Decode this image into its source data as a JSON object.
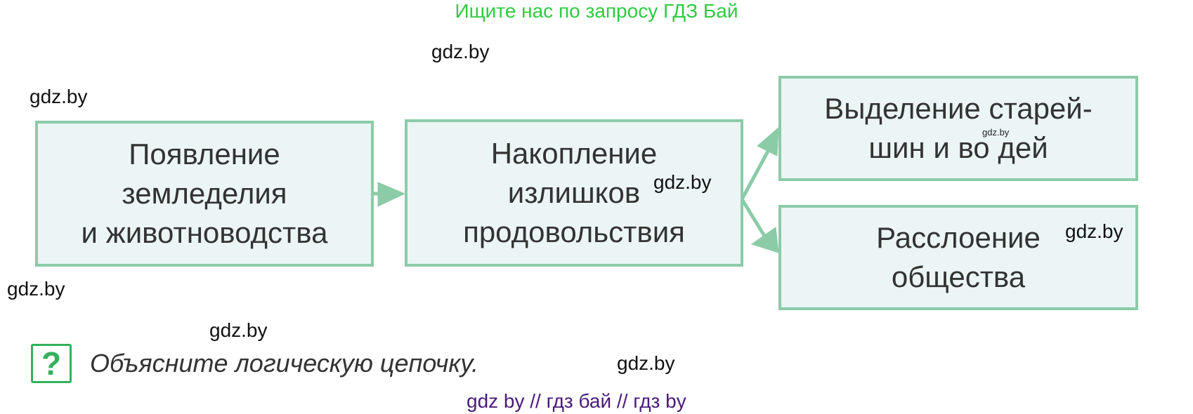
{
  "banner": {
    "text": "Ищите нас по запросу ГДЗ Бай",
    "color": "#2ecc40"
  },
  "watermarks": {
    "top_center": "gdz.by",
    "left_top": "gdz.by",
    "left_bottom": "gdz.by",
    "below_box1": "gdz.by",
    "box2_inline": "gdz.by",
    "box3_inline": "gdz.by",
    "box4_inline": "gdz.by",
    "bottom_right": "gdz.by"
  },
  "diagram": {
    "box_border_color": "#8ccba8",
    "box_fill_color": "#ebf5f5",
    "nodes": [
      {
        "id": "agriculture",
        "label": "Появление\nземледелия\nи животноводства"
      },
      {
        "id": "surplus",
        "label": "Накопление\nизлишков\nпродовольствия"
      },
      {
        "id": "elders",
        "label": "Выделение старей-\nшин и во   дей"
      },
      {
        "id": "stratification",
        "label": "Расслоение\nобщества"
      }
    ],
    "edges": [
      {
        "from": "agriculture",
        "to": "surplus"
      },
      {
        "from": "surplus",
        "to": "elders"
      },
      {
        "from": "surplus",
        "to": "stratification"
      }
    ]
  },
  "question": {
    "icon": "question-mark-icon",
    "text": "Объясните логическую цепочку."
  },
  "footer": {
    "text": "gdz by  //  гдз бай  //  гдз by",
    "color": "#4a1a7a"
  }
}
